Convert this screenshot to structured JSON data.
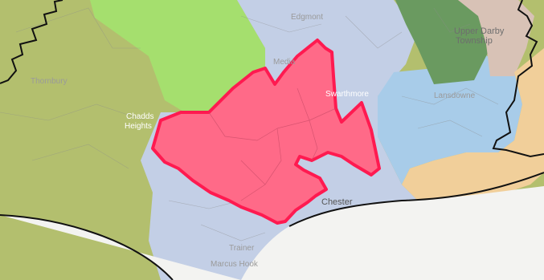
{
  "map": {
    "colors": {
      "olive_zone": "#b3bf6e",
      "light_green_zone": "#a5df6e",
      "lavender_zone": "#c3cfe6",
      "sky_blue_zone": "#a8cce9",
      "dark_green_zone": "#6a9a60",
      "pinkish_zone": "#d8c2b6",
      "peach_zone": "#f1cf9a",
      "highlighted_district": "#ff6a88",
      "highlight_outline": "#ff1a50",
      "river": "#f3f3f1",
      "boundary": "#111111"
    },
    "labels": {
      "upper_darby": "Upper Darby",
      "upper_darby_2": "Township",
      "chester": "Chester",
      "media": "Media",
      "swarthmore": "Swarthmore",
      "lansdowne": "Lansdowne",
      "chadds_ford": "Chadds",
      "chadds_ford_2": "Heights",
      "west_chester": "Thornbury",
      "marcus_hook": "Marcus Hook",
      "trainer": "Trainer",
      "north_label": "Edgmont"
    }
  }
}
